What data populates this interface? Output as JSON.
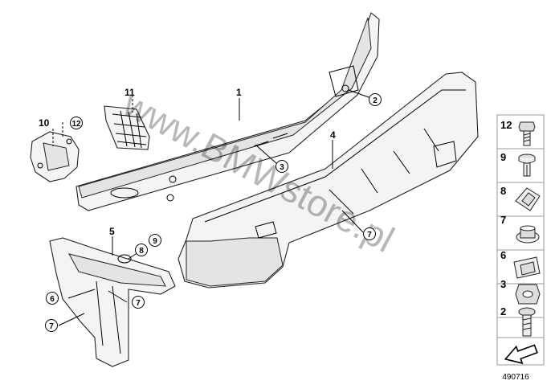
{
  "watermark": "www.BMWstore.pl",
  "diagram_number": "490716",
  "callouts": {
    "c1": "1",
    "c2": "2",
    "c3": "3",
    "c4": "4",
    "c5": "5",
    "c6": "6",
    "c7a": "7",
    "c7b": "7",
    "c7c": "7",
    "c8": "8",
    "c9": "9",
    "c10": "10",
    "c11": "11",
    "c12": "12"
  },
  "side_legend": [
    {
      "number": "12",
      "icon": "bolt-hex-icon"
    },
    {
      "number": "9",
      "icon": "expanding-rivet-icon"
    },
    {
      "number": "8",
      "icon": "spring-nut-icon"
    },
    {
      "number": "7",
      "icon": "clip-nut-icon"
    },
    {
      "number": "6",
      "icon": "clip-nut-square-icon"
    },
    {
      "number": "3",
      "icon": "hex-nut-icon"
    },
    {
      "number": "2",
      "icon": "screw-round-head-icon"
    }
  ]
}
